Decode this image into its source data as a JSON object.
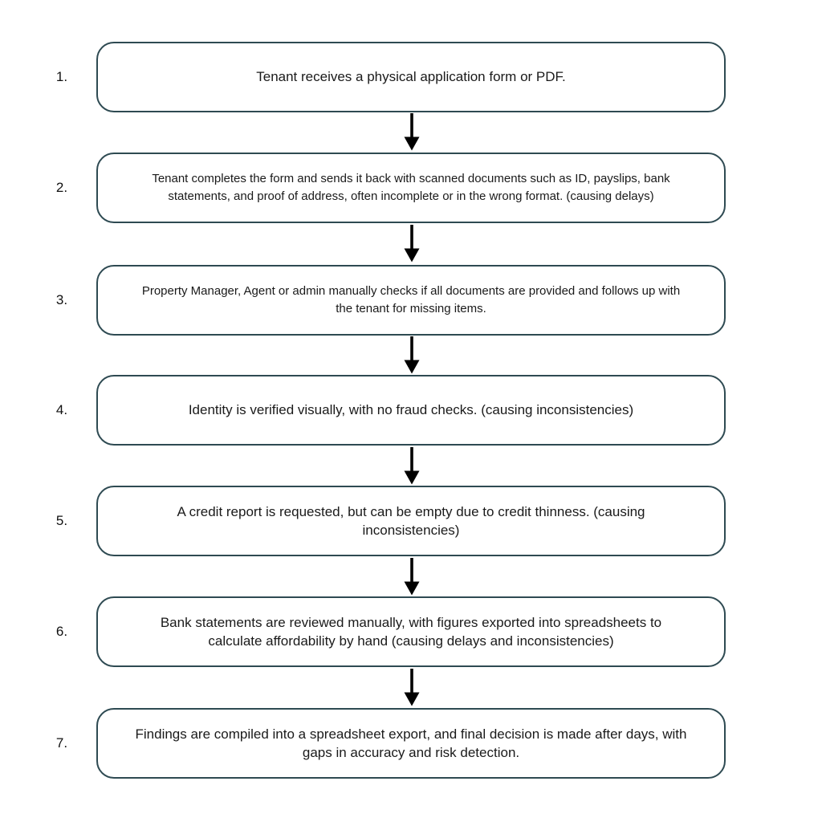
{
  "page": {
    "background_color": "#ffffff",
    "box_border_color": "#2e4a52",
    "arrow_color": "#000000",
    "text_color": "#1a1a1a"
  },
  "flowchart": {
    "type": "vertical-process-flow",
    "steps": [
      {
        "number": "1.",
        "text": "Tenant receives a physical application form or PDF."
      },
      {
        "number": "2.",
        "text": "Tenant completes the form and sends it back with scanned documents such as ID, payslips, bank statements, and proof of address, often incomplete or in the wrong format. (causing delays)"
      },
      {
        "number": "3.",
        "text": "Property Manager, Agent or admin manually checks if all documents are provided and follows up with the tenant for missing items."
      },
      {
        "number": "4.",
        "text": "Identity is verified visually, with no fraud checks. (causing inconsistencies)"
      },
      {
        "number": "5.",
        "text": "A credit report is requested, but can be empty due to credit thinness. (causing inconsistencies)"
      },
      {
        "number": "6.",
        "text": "Bank statements are reviewed manually, with figures exported into spreadsheets to calculate affordability by hand (causing delays and inconsistencies)"
      },
      {
        "number": "7.",
        "text": "Findings are compiled into a spreadsheet export, and final decision is made after days, with gaps in accuracy and risk detection."
      }
    ]
  }
}
